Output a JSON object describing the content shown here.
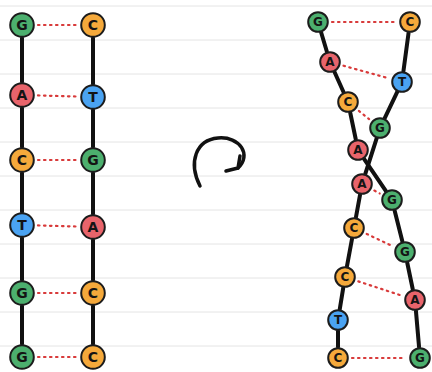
{
  "diagram": {
    "nodes": [
      {
        "text": [
          "G"
        ]
      },
      {
        "text": [
          "C"
        ]
      },
      {
        "text": [
          "A"
        ]
      },
      {
        "text": [
          "T"
        ]
      },
      {
        "text": [
          "C"
        ]
      },
      {
        "text": [
          "G"
        ]
      },
      {
        "text": [
          "T"
        ]
      },
      {
        "text": [
          "A"
        ]
      },
      {
        "text": [
          "G"
        ]
      },
      {
        "text": [
          "C"
        ]
      },
      {
        "text": [
          "G"
        ]
      },
      {
        "text": [
          "C"
        ]
      },
      {
        "text": [
          "G"
        ]
      },
      {
        "text": [
          "C"
        ]
      },
      {
        "text": [
          "A"
        ]
      },
      {
        "text": [
          "T"
        ]
      },
      {
        "text": [
          "C"
        ]
      },
      {
        "text": [
          "G"
        ]
      },
      {
        "text": [
          "A"
        ]
      },
      {
        "text": [
          "A"
        ]
      },
      {
        "text": [
          "G"
        ]
      },
      {
        "text": [
          "C"
        ]
      },
      {
        "text": [
          "G"
        ]
      },
      {
        "text": [
          "C"
        ]
      },
      {
        "text": [
          "A"
        ]
      },
      {
        "text": [
          "T"
        ]
      },
      {
        "text": [
          "C"
        ]
      },
      {
        "text": [
          "G"
        ]
      }
    ],
    "edges": [
      {
        "from": 0,
        "to": 1,
        "arrow": "none"
      },
      {
        "from": 2,
        "to": 3,
        "arrow": "none"
      },
      {
        "from": 4,
        "to": 5,
        "arrow": "none"
      },
      {
        "from": 6,
        "to": 7,
        "arrow": "none"
      },
      {
        "from": 8,
        "to": 9,
        "arrow": "none"
      },
      {
        "from": 10,
        "to": 11,
        "arrow": "none"
      },
      {
        "from": 0,
        "to": 2,
        "arrow": "none"
      },
      {
        "from": 2,
        "to": 4,
        "arrow": "none"
      },
      {
        "from": 4,
        "to": 6,
        "arrow": "none"
      },
      {
        "from": 6,
        "to": 8,
        "arrow": "none"
      },
      {
        "from": 8,
        "to": 10,
        "arrow": "none"
      },
      {
        "from": 1,
        "to": 3,
        "arrow": "none"
      },
      {
        "from": 3,
        "to": 5,
        "arrow": "none"
      },
      {
        "from": 5,
        "to": 7,
        "arrow": "none"
      },
      {
        "from": 7,
        "to": 9,
        "arrow": "none"
      },
      {
        "from": 9,
        "to": 11,
        "arrow": "none"
      },
      {
        "from": 12,
        "to": 13,
        "arrow": "none"
      },
      {
        "from": 14,
        "to": 15,
        "arrow": "none"
      },
      {
        "from": 16,
        "to": 17,
        "arrow": "none"
      },
      {
        "from": 19,
        "to": 20,
        "arrow": "none"
      },
      {
        "from": 21,
        "to": 22,
        "arrow": "none"
      },
      {
        "from": 23,
        "to": 24,
        "arrow": "none"
      },
      {
        "from": 26,
        "to": 27,
        "arrow": "none"
      },
      {
        "from": 12,
        "to": 14,
        "arrow": "none"
      },
      {
        "from": 14,
        "to": 16,
        "arrow": "none"
      },
      {
        "from": 16,
        "to": 18,
        "arrow": "none"
      },
      {
        "from": 18,
        "to": 20,
        "arrow": "none"
      },
      {
        "from": 20,
        "to": 22,
        "arrow": "none"
      },
      {
        "from": 22,
        "to": 24,
        "arrow": "none"
      },
      {
        "from": 24,
        "to": 27,
        "arrow": "none"
      },
      {
        "from": 13,
        "to": 15,
        "arrow": "none"
      },
      {
        "from": 15,
        "to": 17,
        "arrow": "none"
      },
      {
        "from": 17,
        "to": 19,
        "arrow": "none"
      },
      {
        "from": 19,
        "to": 21,
        "arrow": "none"
      },
      {
        "from": 21,
        "to": 23,
        "arrow": "none"
      },
      {
        "from": 23,
        "to": 25,
        "arrow": "none"
      },
      {
        "from": 25,
        "to": 26,
        "arrow": "none"
      }
    ]
  }
}
